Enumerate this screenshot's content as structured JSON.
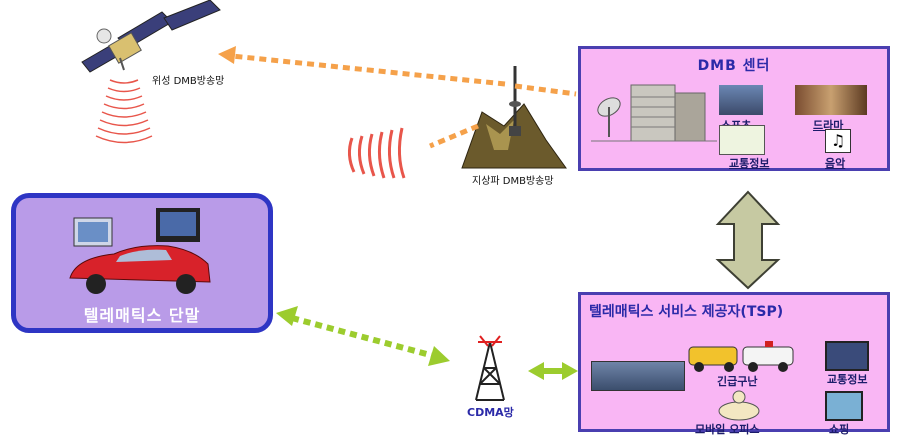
{
  "satellite": {
    "label": "위성 DMB방송망"
  },
  "terrestrial": {
    "label": "지상파 DMB방송망"
  },
  "dmb_center": {
    "title": "DMB 센터",
    "items": [
      "스포츠",
      "드라마",
      "교통정보",
      "음악"
    ]
  },
  "terminal": {
    "title": "텔레매틱스 단말"
  },
  "cdma": {
    "label": "CDMA망"
  },
  "tsp": {
    "title": "텔레매틱스 서비스 제공자(TSP)",
    "items": [
      "긴급구난",
      "교통정보",
      "모바일 오피스",
      "쇼핑"
    ]
  },
  "colors": {
    "box_fill": "#f9b6f4",
    "box_border": "#4a3fb0",
    "terminal_fill": "#b99be8",
    "terminal_border": "#2e35c4",
    "orange_arrow": "#f5a14a",
    "green_arrow": "#9ccc2e",
    "title_text": "#2b2aa8"
  }
}
